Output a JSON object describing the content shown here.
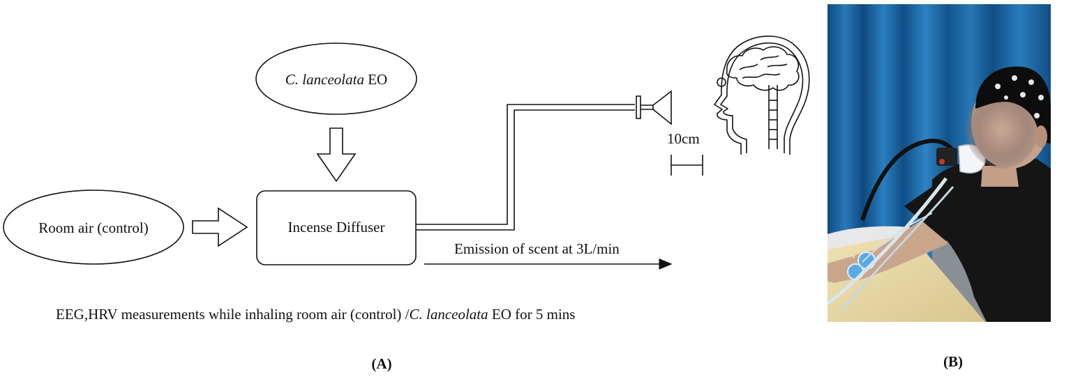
{
  "panel_a": {
    "eo_species": "C. lanceolata",
    "eo_suffix": " EO",
    "control_label": "Room air (control)",
    "diffuser_label": "Incense Diffuser",
    "emission_label": "Emission of scent at 3L/min",
    "distance_label": "10cm",
    "caption_prefix": "EEG,HRV measurements while inhaling room air (control) /",
    "caption_species": "C. lanceolata",
    "caption_suffix": " EO for 5 mins",
    "panel_label": "(A)"
  },
  "panel_b": {
    "panel_label": "(B)"
  },
  "colors": {
    "line": "#111111",
    "curtain": "#1a5d96",
    "shirt": "#151515",
    "table": "#e9d9a6",
    "electrode": "#5aa9e6"
  },
  "icons": {
    "head": "human-head-brain-icon",
    "mask": "nasal-mask-icon",
    "photo": "participant-photo"
  }
}
